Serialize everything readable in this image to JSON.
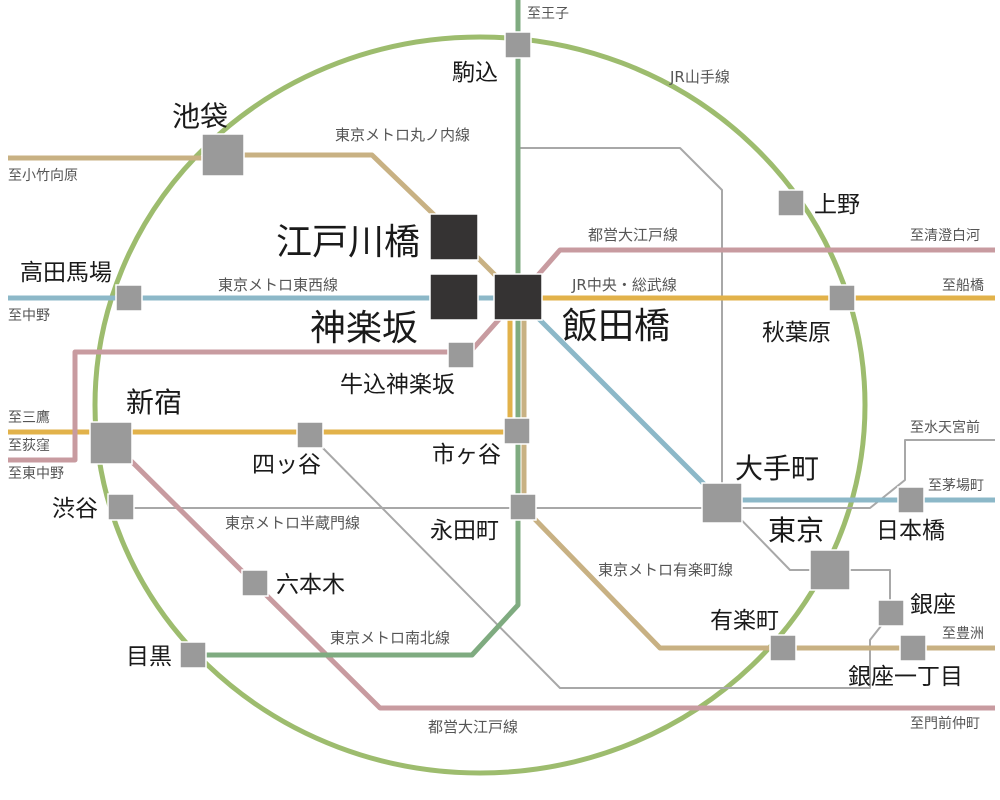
{
  "colors": {
    "yamanote": "#9dbc6e",
    "marunouchi": "#a8a8a8",
    "tozai": "#8cb8c8",
    "oedo": "#c89ba0",
    "chuo_sobu": "#e2b24a",
    "yurakucho": "#c8b183",
    "namboku": "#7fab80",
    "hanzomon": "#a8a8a8",
    "station": "#9a9a9a",
    "station_major": "#353333"
  },
  "lines": {
    "yamanote": "JR山手線",
    "marunouchi": "東京メトロ丸ノ内線",
    "tozai": "東京メトロ東西線",
    "oedo_top": "都営大江戸線",
    "chuo_sobu": "JR中央・総武線",
    "hanzomon": "東京メトロ半蔵門線",
    "yurakucho": "東京メトロ有楽町線",
    "namboku": "東京メトロ南北線",
    "oedo_bottom": "都営大江戸線"
  },
  "destinations": {
    "oji": "至王子",
    "odakyu": "至小竹向原",
    "kiyosumi": "至清澄白河",
    "funabashi": "至船橋",
    "nakano": "至中野",
    "mitaka": "至三鷹",
    "ogikubo": "至荻窪",
    "higashinakano": "至東中野",
    "suitengumae": "至水天宮前",
    "kayabacho": "至茅場町",
    "toyosu": "至豊洲",
    "monzennakacho": "至門前仲町"
  },
  "stations": {
    "komagome": "駒込",
    "ikebukuro": "池袋",
    "edogawabashi": "江戸川橋",
    "kagurazaka": "神楽坂",
    "iidabashi": "飯田橋",
    "ueno": "上野",
    "takadanobaba": "高田馬場",
    "akihabara": "秋葉原",
    "ushigome": "牛込神楽坂",
    "shinjuku": "新宿",
    "yotsuya": "四ッ谷",
    "ichigaya": "市ヶ谷",
    "otemachi": "大手町",
    "shibuya": "渋谷",
    "nagatacho": "永田町",
    "tokyo": "東京",
    "nihombashi": "日本橋",
    "roppongi": "六本木",
    "ginza": "銀座",
    "yurakucho": "有楽町",
    "ginza1": "銀座一丁目",
    "meguro": "目黒"
  }
}
